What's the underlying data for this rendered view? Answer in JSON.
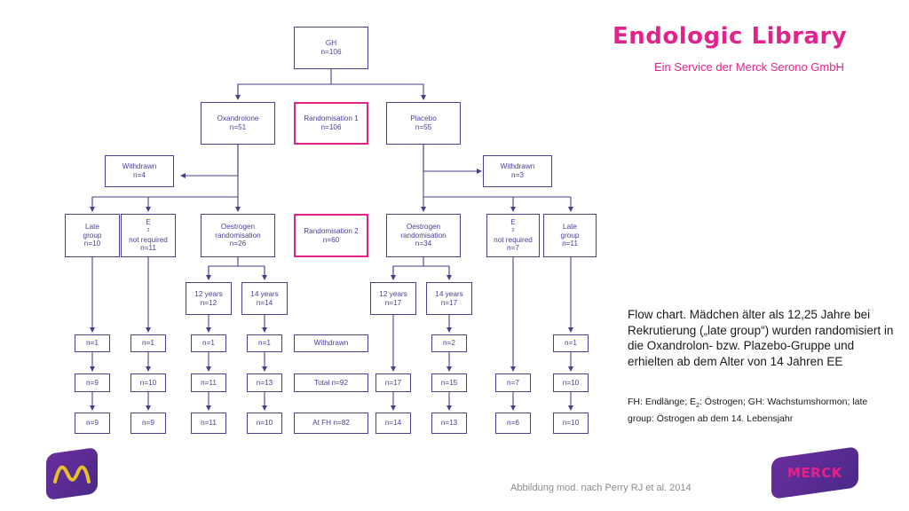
{
  "header": {
    "title": "Endologic Library",
    "subtitle": "Ein Service der Merck Serono GmbH"
  },
  "caption": {
    "main": "Flow chart. Mädchen älter als 12,25 Jahre bei Rekrutierung („late group“) wurden randomisiert in die Oxandrolon- bzw. Plazebo-Gruppe und erhielten ab dem Alter von 14 Jahren EE",
    "legend_part1": "FH: Endlänge; E",
    "legend_sub": "2",
    "legend_part2": ": Östrogen; GH: Wachstumshormon; late group: Östrogen ab dem 14. Lebensjahr"
  },
  "source": "Abbildung mod. nach Perry RJ et al. 2014",
  "logos": {
    "merck": "MERCK"
  },
  "colors": {
    "box_border": "#4a3f8f",
    "highlight": "#e0248c",
    "line": "#4a3f8f"
  },
  "flow": {
    "gh": {
      "line1": "GH",
      "line2": "n=106"
    },
    "oxandrolone": {
      "line1": "Oxandrolone",
      "line2": "n=51"
    },
    "rand1": {
      "line1": "Randomisation 1",
      "line2": "n=106"
    },
    "placebo": {
      "line1": "Placebo",
      "line2": "n=55"
    },
    "withdrawn_left": {
      "line1": "Withdrawn",
      "line2": "n=4"
    },
    "withdrawn_right": {
      "line1": "Withdrawn",
      "line2": "n=3"
    },
    "late_left": {
      "line1": "Late",
      "line2": "group",
      "line3": "n=10"
    },
    "e2_left": {
      "prefix": "E",
      "sub": "2",
      "line2": "not required",
      "line3": "n=11"
    },
    "oest_left": {
      "line1": "Oestrogen",
      "line2": "randomisation",
      "line3": "n=26"
    },
    "rand2": {
      "line1": "Randomisation 2",
      "line2": "n=60"
    },
    "oest_right": {
      "line1": "Oestrogen",
      "line2": "randomisation",
      "line3": "n=34"
    },
    "e2_right": {
      "prefix": "E",
      "sub": "2",
      "line2": "not required",
      "line3": "n=7"
    },
    "late_right": {
      "line1": "Late",
      "line2": "group",
      "line3": "n=11"
    },
    "y12_left": {
      "line1": "12 years",
      "line2": "n=12"
    },
    "y14_left": {
      "line1": "14 years",
      "line2": "n=14"
    },
    "y12_right": {
      "line1": "12 years",
      "line2": "n=17"
    },
    "y14_right": {
      "line1": "14 years",
      "line2": "n=17"
    },
    "row_labels": {
      "withdrawn": "Withdrawn",
      "total": "Total n=92",
      "at_fh": "At FH n=82"
    },
    "withdrawn_row": [
      "n=1",
      "n=1",
      "n=1",
      "n=1",
      "n=2",
      "n=1"
    ],
    "total_row": [
      "n=9",
      "n=10",
      "n=11",
      "n=13",
      "n=17",
      "n=15",
      "n=7",
      "n=10"
    ],
    "fh_row": [
      "n=9",
      "n=9",
      "n=11",
      "n=10",
      "n=14",
      "n=13",
      "n=6",
      "n=10"
    ]
  }
}
